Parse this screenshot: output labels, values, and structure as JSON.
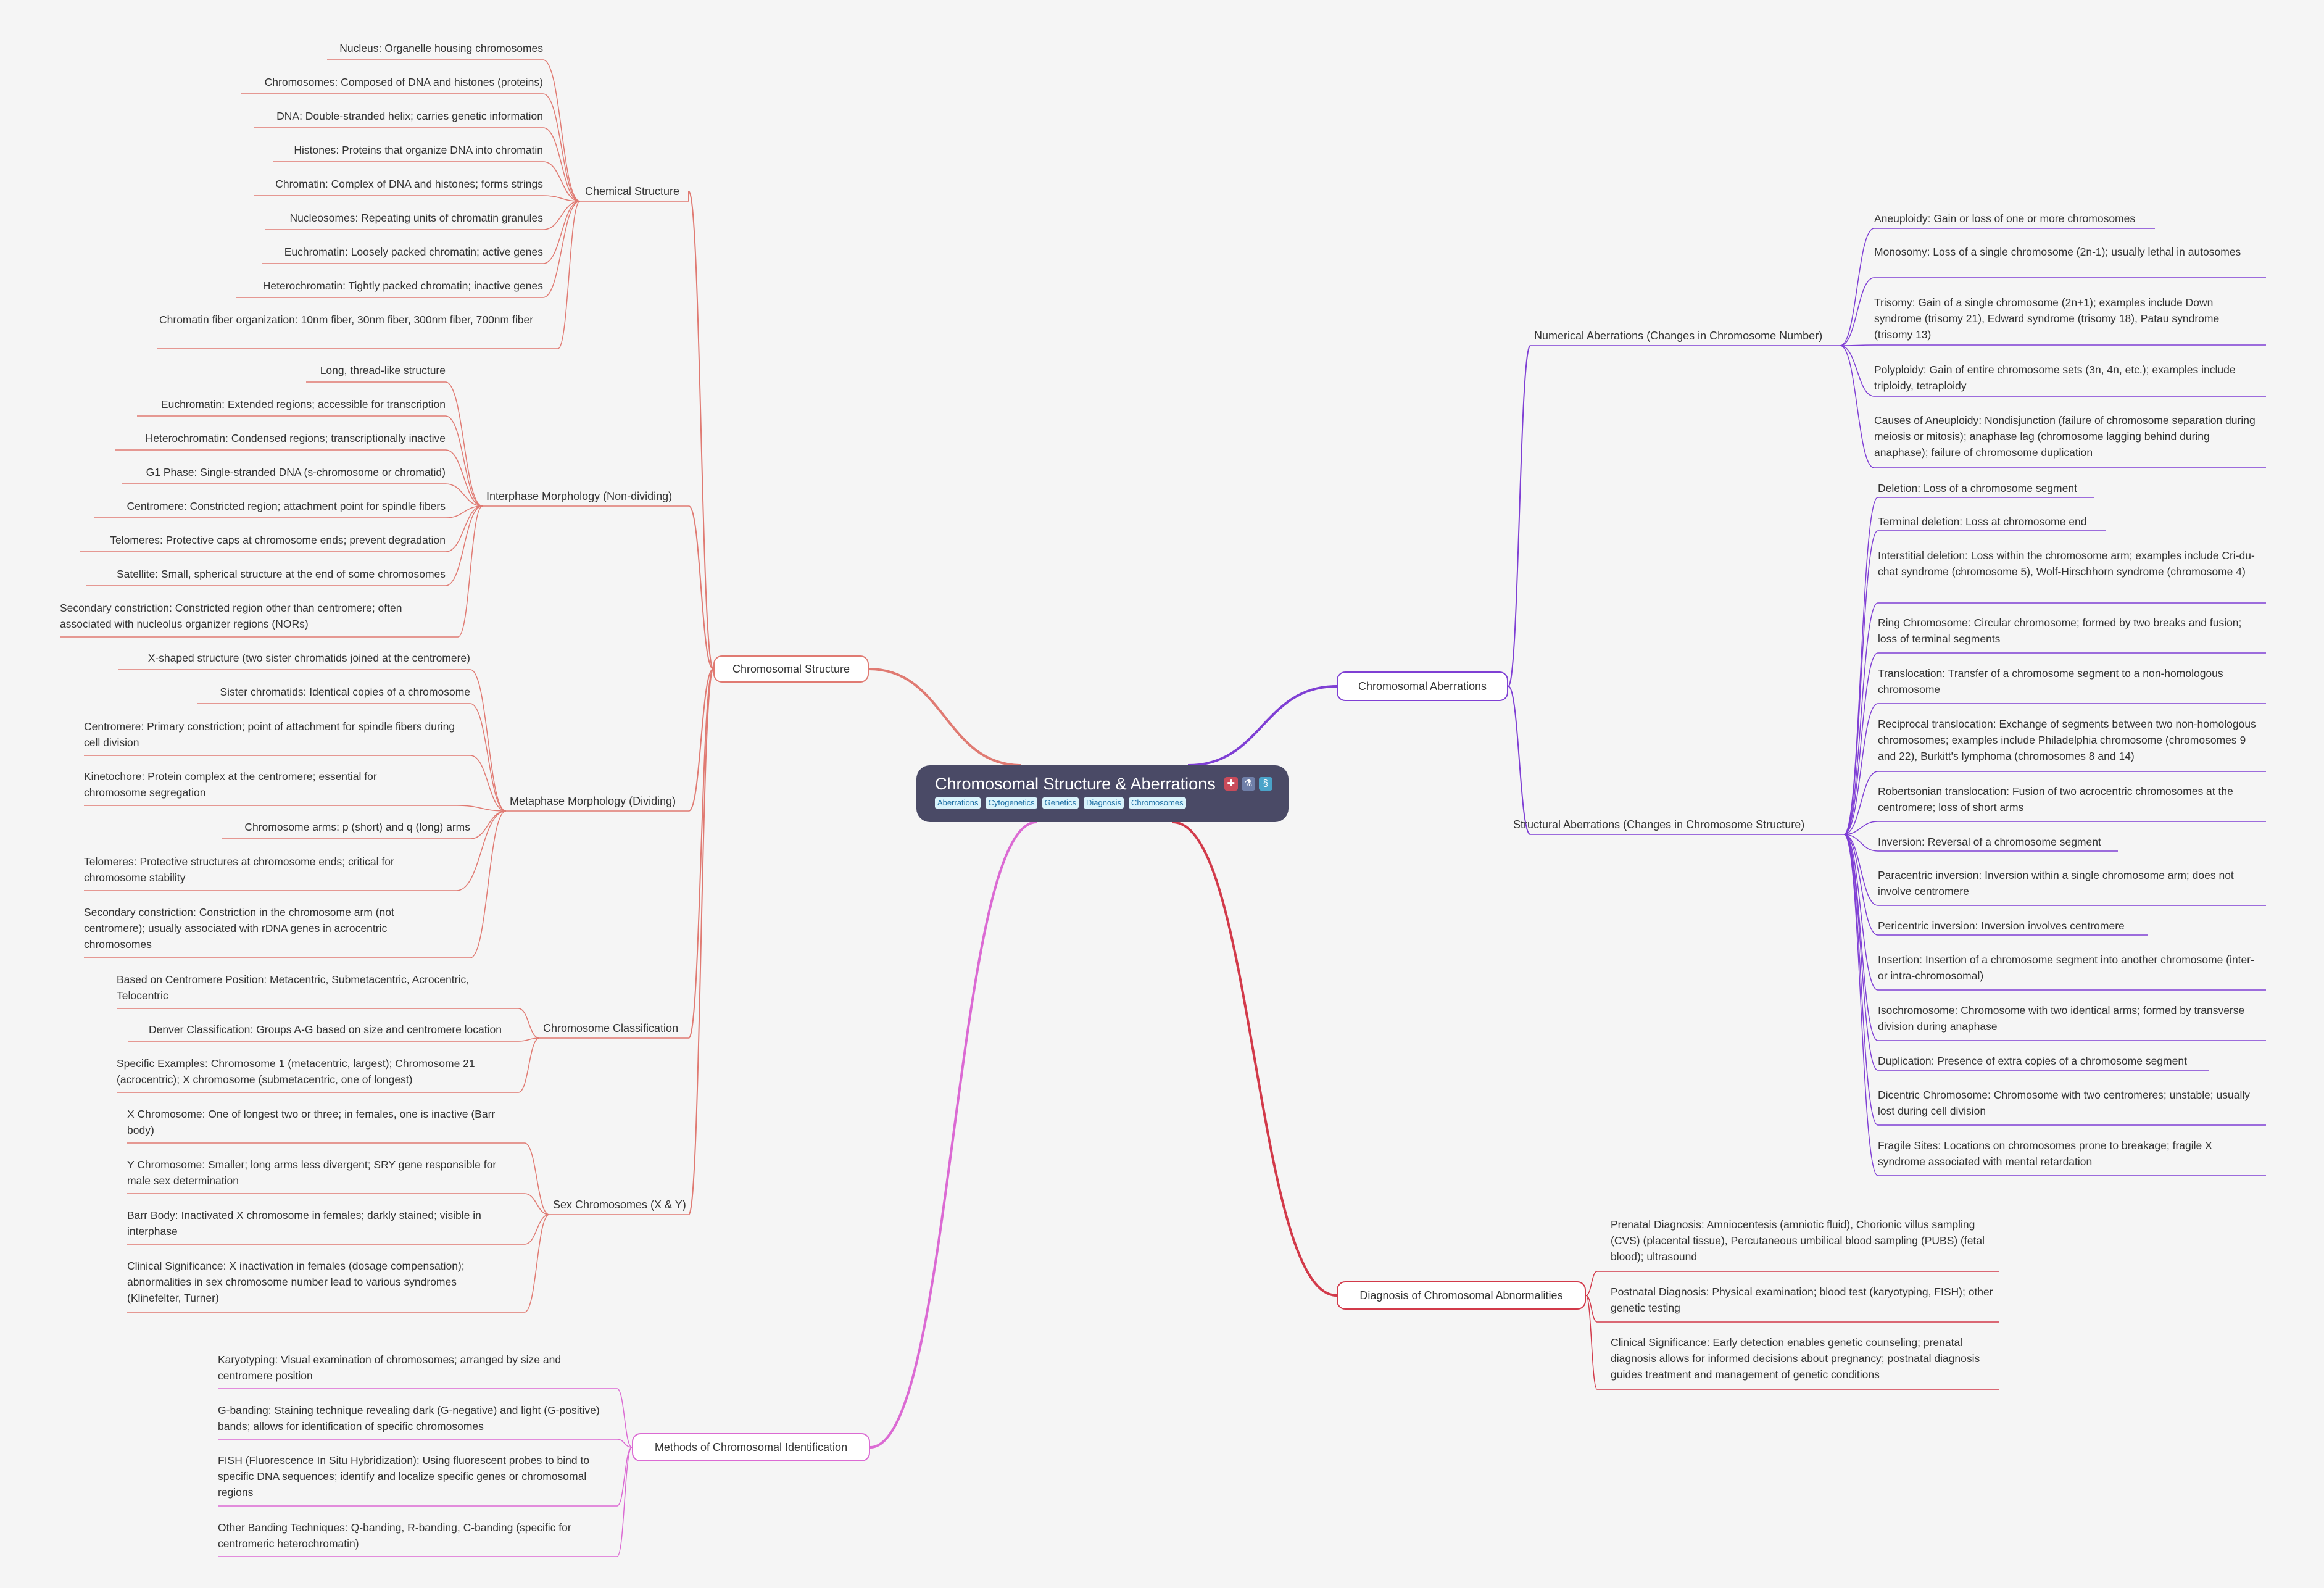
{
  "root": {
    "title": "Chromosomal Structure & Aberrations",
    "emoji": [
      "hospital-icon",
      "microscope-icon",
      "dna-icon"
    ],
    "tags": [
      "Aberrations",
      "Cytogenetics",
      "Genetics",
      "Diagnosis",
      "Chromosomes"
    ]
  },
  "colors": {
    "structure": "#e07a72",
    "aberrations": "#7f3fd4",
    "diagnosis": "#d23a4a",
    "methods": "#db6ad3",
    "root_bg": "#4a4a66"
  },
  "branches": {
    "structure": {
      "label": "Chromosomal Structure",
      "groups": {
        "chemical": {
          "label": "Chemical Structure",
          "items": [
            "Nucleus: Organelle housing chromosomes",
            "Chromosomes: Composed of DNA and histones (proteins)",
            "DNA: Double-stranded helix; carries genetic information",
            "Histones: Proteins that organize DNA into chromatin",
            "Chromatin: Complex of DNA and histones; forms strings",
            "Nucleosomes: Repeating units of chromatin granules",
            "Euchromatin: Loosely packed chromatin; active genes",
            "Heterochromatin: Tightly packed chromatin; inactive genes",
            "Chromatin fiber organization: 10nm fiber, 30nm fiber, 300nm fiber, 700nm fiber"
          ]
        },
        "interphase": {
          "label": "Interphase Morphology (Non-dividing)",
          "items": [
            "Long, thread-like structure",
            "Euchromatin: Extended regions; accessible for transcription",
            "Heterochromatin: Condensed regions; transcriptionally inactive",
            "G1 Phase: Single-stranded DNA (s-chromosome or chromatid)",
            "Centromere: Constricted region; attachment point for spindle fibers",
            "Telomeres: Protective caps at chromosome ends; prevent degradation",
            "Satellite: Small, spherical structure at the end of some chromosomes",
            "Secondary constriction: Constricted region other than centromere; often associated with nucleolus organizer regions (NORs)"
          ]
        },
        "metaphase": {
          "label": "Metaphase Morphology (Dividing)",
          "items": [
            "X-shaped structure (two sister chromatids joined at the centromere)",
            "Sister chromatids: Identical copies of a chromosome",
            "Centromere: Primary constriction; point of attachment for spindle fibers during cell division",
            "Kinetochore: Protein complex at the centromere; essential for chromosome segregation",
            "Chromosome arms: p (short) and q (long) arms",
            "Telomeres: Protective structures at chromosome ends; critical for chromosome stability",
            "Secondary constriction: Constriction in the chromosome arm (not centromere); usually associated with rDNA genes in acrocentric chromosomes"
          ]
        },
        "classification": {
          "label": "Chromosome Classification",
          "items": [
            "Based on Centromere Position: Metacentric, Submetacentric, Acrocentric, Telocentric",
            "Denver Classification: Groups A-G based on size and centromere location",
            "Specific Examples:  Chromosome 1 (metacentric, largest); Chromosome 21 (acrocentric); X chromosome (submetacentric, one of longest)"
          ]
        },
        "sex": {
          "label": "Sex Chromosomes (X & Y)",
          "items": [
            "X Chromosome: One of longest two or three; in females, one is inactive (Barr body)",
            "Y Chromosome: Smaller; long arms less divergent; SRY gene responsible for male sex determination",
            "Barr Body: Inactivated X chromosome in females; darkly stained; visible in interphase",
            "Clinical Significance: X inactivation in females (dosage compensation); abnormalities in sex chromosome number lead to various syndromes (Klinefelter, Turner)"
          ]
        }
      }
    },
    "methods": {
      "label": "Methods of Chromosomal Identification",
      "items": [
        "Karyotyping: Visual examination of chromosomes; arranged by size and centromere position",
        "G-banding: Staining technique revealing dark (G-negative) and light (G-positive) bands; allows for identification of specific chromosomes",
        "FISH (Fluorescence In Situ Hybridization): Using fluorescent probes to bind to specific DNA sequences; identify and localize specific genes or chromosomal regions",
        "Other Banding Techniques: Q-banding, R-banding, C-banding (specific for centromeric heterochromatin)"
      ]
    },
    "aberrations": {
      "label": "Chromosomal Aberrations",
      "groups": {
        "numerical": {
          "label": "Numerical Aberrations (Changes in Chromosome Number)",
          "items": [
            "Aneuploidy: Gain or loss of one or more chromosomes",
            "Monosomy: Loss of a single chromosome (2n-1); usually lethal in autosomes",
            "Trisomy: Gain of a single chromosome (2n+1); examples include Down syndrome (trisomy 21), Edward syndrome (trisomy 18), Patau syndrome (trisomy 13)",
            "Polyploidy: Gain of entire chromosome sets (3n, 4n, etc.); examples include triploidy, tetraploidy",
            "Causes of Aneuploidy: Nondisjunction (failure of chromosome separation during meiosis or mitosis); anaphase lag (chromosome lagging behind during anaphase); failure of chromosome duplication"
          ]
        },
        "structural": {
          "label": "Structural Aberrations (Changes in Chromosome Structure)",
          "items": [
            "Deletion: Loss of a chromosome segment",
            "Terminal deletion: Loss at chromosome end",
            "Interstitial deletion: Loss within the chromosome arm; examples include Cri-du-chat syndrome (chromosome 5), Wolf-Hirschhorn syndrome (chromosome 4)",
            "Ring Chromosome: Circular chromosome; formed by two breaks and fusion; loss of terminal segments",
            "Translocation: Transfer of a chromosome segment to a non-homologous chromosome",
            "Reciprocal translocation: Exchange of segments between two non-homologous chromosomes; examples include Philadelphia chromosome (chromosomes 9 and 22), Burkitt's lymphoma (chromosomes 8 and 14)",
            "Robertsonian translocation: Fusion of two acrocentric chromosomes at the centromere; loss of short arms",
            "Inversion: Reversal of a chromosome segment",
            "Paracentric inversion: Inversion within a single chromosome arm; does not involve centromere",
            "Pericentric inversion: Inversion involves centromere",
            "Insertion: Insertion of a chromosome segment into another chromosome (inter- or intra-chromosomal)",
            "Isochromosome: Chromosome with two identical arms; formed by transverse division during anaphase",
            "Duplication: Presence of extra copies of a chromosome segment",
            "Dicentric Chromosome: Chromosome with two centromeres; unstable; usually lost during cell division",
            "Fragile Sites: Locations on chromosomes prone to breakage; fragile X syndrome associated with mental retardation"
          ]
        }
      }
    },
    "diagnosis": {
      "label": "Diagnosis of Chromosomal Abnormalities",
      "items": [
        "Prenatal Diagnosis: Amniocentesis (amniotic fluid), Chorionic villus sampling (CVS) (placental tissue), Percutaneous umbilical blood sampling (PUBS) (fetal blood); ultrasound",
        "Postnatal Diagnosis: Physical examination; blood test (karyotyping, FISH); other genetic testing",
        "Clinical Significance: Early detection enables genetic counseling; prenatal diagnosis allows for informed decisions about pregnancy; postnatal diagnosis guides treatment and management of genetic conditions"
      ]
    }
  }
}
